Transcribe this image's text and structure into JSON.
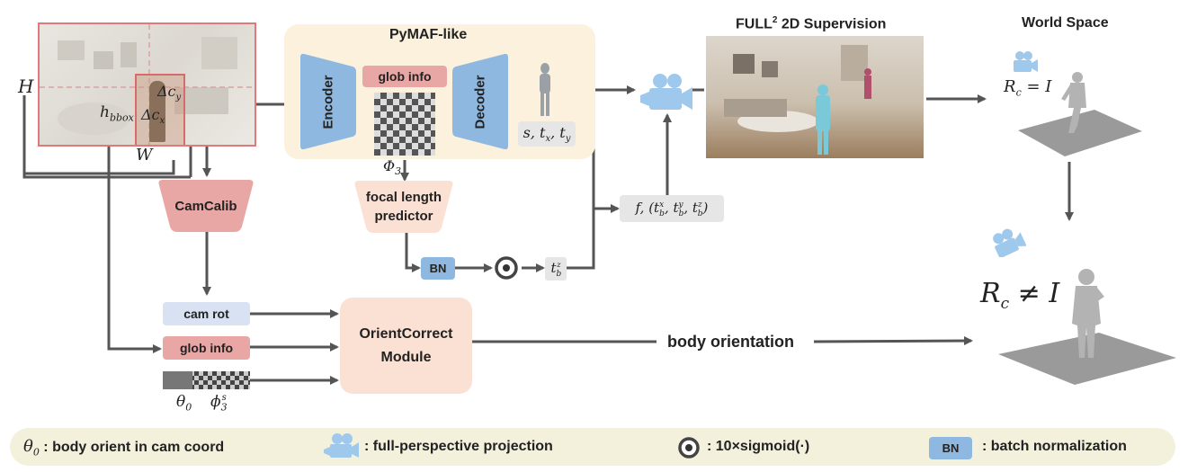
{
  "image_labels": {
    "H": "H",
    "W": "W",
    "h_bbox": "h",
    "h_bbox_sub": "bbox",
    "delta_cy": "Δc",
    "delta_cy_sub": "y",
    "delta_cx": "Δc",
    "delta_cx_sub": "x"
  },
  "pymaf": {
    "title": "PyMAF-like",
    "encoder": "Encoder",
    "decoder": "Decoder",
    "glob_info": "glob info",
    "phi3": "Φ",
    "phi3_sub": "3",
    "stxty": "s, t",
    "stxty_x": "x",
    "stxty_sep": ", t",
    "stxty_y": "y"
  },
  "focal": {
    "line1": "focal length",
    "line2": "predictor"
  },
  "bn_label": "BN",
  "tbz": "t",
  "tbz_sub": "b",
  "tbz_sup": "z",
  "f_label": "f, (t",
  "f_sup_x": "x",
  "f_sub_b1": "b",
  "f_mid1": ", t",
  "f_sup_y": "y",
  "f_sub_b2": "b",
  "f_mid2": ", t",
  "f_sup_z": "z",
  "f_sub_b3": "b",
  "f_end": ")",
  "camcalib": "CamCalib",
  "cam_rot": "cam rot",
  "glob_info2": "glob info",
  "theta0": "θ",
  "theta0_sub": "0",
  "phi3s": "ϕ",
  "phi3s_sub": "3",
  "phi3s_sup": "s",
  "orient": {
    "line1": "OrientCorrect",
    "line2": "Module"
  },
  "body_orientation": "body orientation",
  "full2d": {
    "title": "FULL",
    "sup": "2",
    "rest": " 2D Supervision"
  },
  "world": {
    "title": "World Space",
    "rc_eq": "R",
    "rc_eq_sub": "c",
    "rc_eq_rest": " = I",
    "rc_neq": "R",
    "rc_neq_sub": "c",
    "rc_neq_rest": " ≠ I"
  },
  "legend": {
    "theta": "θ",
    "theta_sub": "0",
    "theta_desc": " : body orient in cam coord",
    "camera_desc": ": full-perspective projection",
    "sigmoid_desc": ": 10×sigmoid(·)",
    "bn": "BN",
    "bn_desc": ": batch normalization"
  },
  "colors": {
    "pymaf_bg": "#fbf1dc",
    "blue_block": "#8fb8e0",
    "pink": "#e8a6a4",
    "peach": "#fbe1d4",
    "light_blue": "#bcd6ee",
    "gray_box": "#e6e6e6",
    "arrow": "#555555",
    "legend_bg": "#f3f0dc"
  }
}
